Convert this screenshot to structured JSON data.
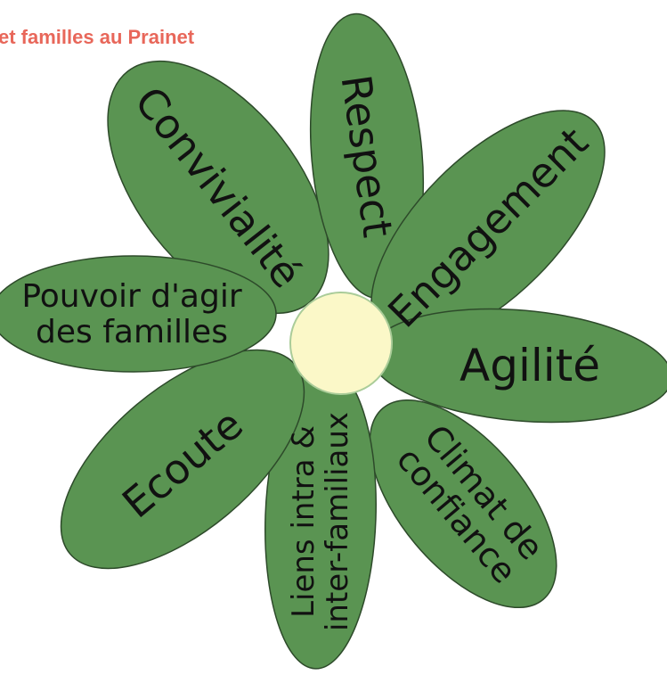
{
  "title": "et familles au Prainet",
  "colors": {
    "title": "#e8675a",
    "petal_fill": "#5a9452",
    "petal_stroke": "#2d4a2a",
    "center_fill": "#fbf8c8",
    "center_stroke": "#aacc99",
    "label": "#111111"
  },
  "petals": [
    {
      "key": "convivialite",
      "lines": [
        "Convivialité"
      ]
    },
    {
      "key": "respect",
      "lines": [
        "Respect"
      ]
    },
    {
      "key": "engagement",
      "lines": [
        "Engagement"
      ]
    },
    {
      "key": "agilite",
      "lines": [
        "Agilité"
      ]
    },
    {
      "key": "climat-de-confiance",
      "lines": [
        "Climat de",
        "confiance"
      ]
    },
    {
      "key": "liens-intra-inter-familiaux",
      "lines": [
        "Liens intra &",
        "inter-familiaux"
      ]
    },
    {
      "key": "ecoute",
      "lines": [
        "Ecoute"
      ]
    },
    {
      "key": "pouvoir-d-agir-des-familles",
      "lines": [
        "Pouvoir d'agir",
        "des familles"
      ]
    }
  ]
}
